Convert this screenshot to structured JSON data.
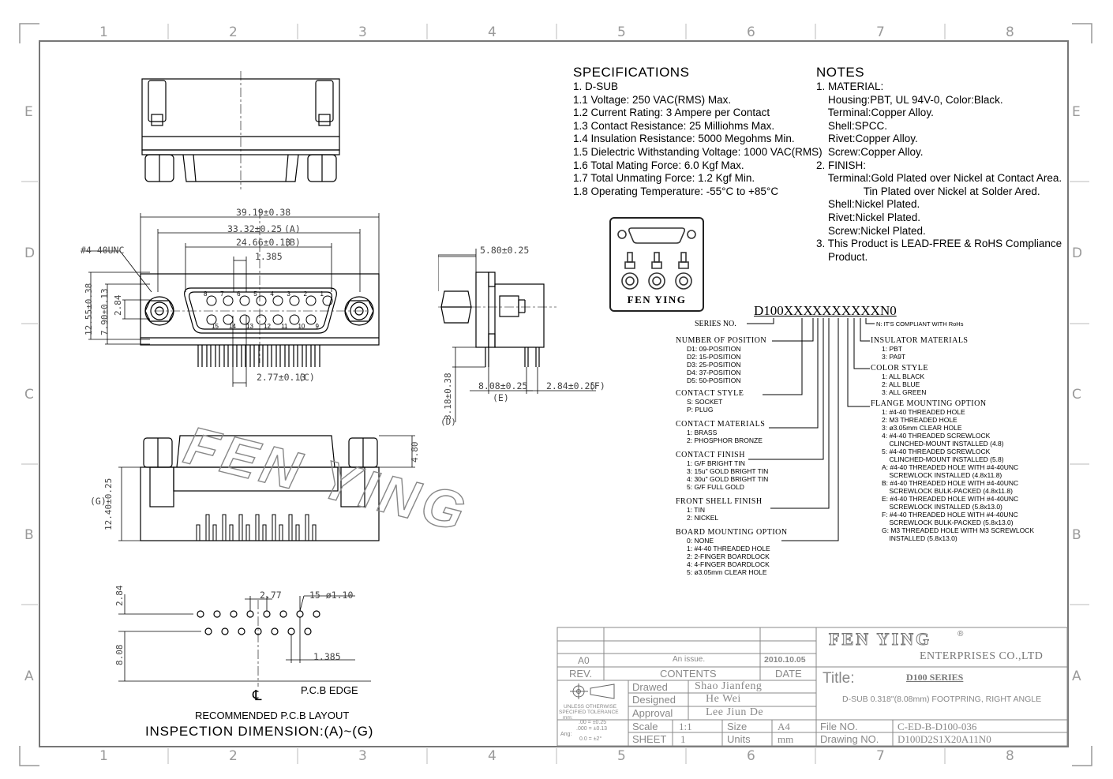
{
  "zones": {
    "columns": [
      "1",
      "2",
      "3",
      "4",
      "5",
      "6",
      "7",
      "8"
    ],
    "rows": [
      "E",
      "D",
      "C",
      "B",
      "A"
    ]
  },
  "dims": {
    "overall": "39.19±0.38",
    "a": "33.32±0.25",
    "a_tag": "(A)",
    "b": "24.66±0.13",
    "b_tag": "(B)",
    "pitch": "1.385",
    "thread": "#4-40UNC",
    "h1": "12.55±0.38",
    "h2": "7.90±0.13",
    "h3": "2.84",
    "c": "2.77±0.13",
    "c_tag": "(C)",
    "side_w": "5.80±0.25",
    "d": "3.18±0.38",
    "d_tag": "(D)",
    "e": "8.08±0.25",
    "e_tag": "(E)",
    "f": "2.84±0.25",
    "f_tag": "(F)",
    "g": "12.40±0.25",
    "g_tag": "(G)",
    "front_h": "4.80",
    "pcb_h1": "2.84",
    "pcb_w": "2.77",
    "pcb_holes": "15-ø1.10",
    "pcb_h2": "8.08",
    "pcb_pitch": "1.385",
    "pcb_edge": "P.C.B EDGE",
    "pcb_title": "RECOMMENDED P.C.B LAYOUT",
    "inspection": "INSPECTION DIMENSION:(A)~(G)",
    "cl": "℄"
  },
  "pins": {
    "top": [
      "8",
      "7",
      "6",
      "5",
      "4",
      "3",
      "2",
      "1"
    ],
    "bottom": [
      "15",
      "14",
      "13",
      "12",
      "11",
      "10",
      "9"
    ]
  },
  "watermark": "FEN YING",
  "specifications": {
    "title": "SPECIFICATIONS",
    "lines": [
      "1. D-SUB",
      "1.1 Voltage: 250 VAC(RMS) Max.",
      "1.2 Current Rating: 3 Ampere per Contact",
      "1.3 Contact Resistance: 25 Milliohms Max.",
      "1.4 Insulation Resistance: 5000 Megohms Min.",
      "1.5 Dielectric Withstanding Voltage: 1000 VAC(RMS)",
      "1.6 Total Mating Force: 6.0 Kgf Max.",
      "1.7 Total Unmating Force: 1.2 Kgf Min.",
      "1.8 Operating Temperature: -55°C to +85°C"
    ]
  },
  "notes": {
    "title": "NOTES",
    "lines": [
      "1. MATERIAL:",
      "    Housing:PBT, UL 94V-0, Color:Black.",
      "    Terminal:Copper Alloy.",
      "    Shell:SPCC.",
      "    Rivet:Copper Alloy.",
      "    Screw:Copper Alloy.",
      "2. FINISH:",
      "    Terminal:Gold Plated over Nickel at Contact Area.",
      "                Tin Plated over Nickel at Solder Ared.",
      "    Shell:Nickel Plated.",
      "    Rivet:Nickel Plated.",
      "    Screw:Nickel Plated.",
      "3. This Product is LEAD-FREE & RoHS Compliance",
      "    Product."
    ]
  },
  "logo": {
    "text": "FEN YING"
  },
  "part_code": {
    "code_a": "D100XXX",
    "code_b": "XXXXXXXN0",
    "series": "SERIES NO.",
    "rohs": "N: IT'S COMPLIANT WITH RoHs",
    "left_groups": [
      {
        "title": "NUMBER OF POSITION",
        "items": [
          "D1: 09-POSITION",
          "D2: 15-POSITION",
          "D3: 25-POSITION",
          "D4: 37-POSITION",
          "D5: 50-POSITION"
        ]
      },
      {
        "title": "CONTACT STYLE",
        "items": [
          "S: SOCKET",
          "P: PLUG"
        ]
      },
      {
        "title": "CONTACT MATERIALS",
        "items": [
          "1: BRASS",
          "2: PHOSPHOR BRONZE"
        ]
      },
      {
        "title": "CONTACT FINISH",
        "items": [
          "1: G/F BRIGHT TIN",
          "3: 15u\" GOLD BRIGHT TIN",
          "4: 30u\" GOLD BRIGHT TIN",
          "5: G/F FULL GOLD"
        ]
      },
      {
        "title": "FRONT SHELL FINISH",
        "items": [
          "1: TIN",
          "2: NICKEL"
        ]
      },
      {
        "title": "BOARD MOUNTING OPTION",
        "items": [
          "0: NONE",
          "1: #4-40 THREADED HOLE",
          "2: 2-FINGER BOARDLOCK",
          "4: 4-FINGER BOARDLOCK",
          "5: ø3.05mm CLEAR HOLE"
        ]
      }
    ],
    "right_groups": [
      {
        "title": "INSULATOR MATERIALS",
        "items": [
          "1: PBT",
          "3: PA9T"
        ]
      },
      {
        "title": "COLOR STYLE",
        "items": [
          "1: ALL BLACK",
          "2: ALL BLUE",
          "3: ALL GREEN"
        ]
      },
      {
        "title": "FLANGE MOUNTING OPTION",
        "items": [
          "1: #4-40 THREADED HOLE",
          "2: M3 THREADED HOLE",
          "3: ø3.05mm CLEAR HOLE",
          "4: #4-40 THREADED SCREWLOCK",
          "    CLINCHED-MOUNT INSTALLED (4.8)",
          "5: #4-40 THREADED SCREWLOCK",
          "    CLINCHED-MOUNT INSTALLED (5.8)",
          "A: #4-40 THREADED HOLE WITH #4-40UNC",
          "    SCREWLOCK INSTALLED (4.8x11.8)",
          "B: #4-40 THREADED HOLE WITH #4-40UNC",
          "    SCREWLOCK BULK-PACKED (4.8x11.8)",
          "E: #4-40 THREADED HOLE WITH #4-40UNC",
          "    SCREWLOCK INSTALLED (5.8x13.0)",
          "F: #4-40 THREADED HOLE WITH #4-40UNC",
          "    SCREWLOCK BULK-PACKED (5.8x13.0)",
          "G: M3 THREADED HOLE WITH M3 SCREWLOCK",
          "    INSTALLED (5.8x13.0)"
        ]
      }
    ]
  },
  "title_block": {
    "rev_code": "A0",
    "rev_contents": "An issue.",
    "rev_date": "2010.10.05",
    "hdr_rev": "REV.",
    "hdr_contents": "CONTENTS",
    "hdr_date": "DATE",
    "drawn_label": "Drawed",
    "drawn": "Shao Jianfeng",
    "designed_label": "Designed",
    "designed": "He Wei",
    "approval_label": "Approval",
    "approval": "Lee Jiun De",
    "scale_label": "Scale",
    "scale": "1:1",
    "size_label": "Size",
    "size": "A4",
    "sheet_label": "SHEET",
    "sheet": "1",
    "units_label": "Units",
    "units": "mm",
    "tol_1": "UNLESS OTHERWISE",
    "tol_2": "SPECIFIED TOLERANCE",
    "tol_3": "mm:",
    "tol_lin1": ".00 = ±0.25",
    "tol_lin2": ".000 = ±0.13",
    "tol_ang_label": "Ang:",
    "tol_ang": "0.0 = ±2°",
    "company": "FEN YING",
    "company_mark": "®",
    "enterprises": "ENTERPRISES CO.,LTD",
    "title_label": "Title:",
    "title": "D100 SERIES",
    "desc": "D-SUB 0.318\"(8.08mm) FOOTPRING, RIGHT ANGLE",
    "file_label": "File NO.",
    "file_no": "C-ED-B-D100-036",
    "drawing_label": "Drawing NO.",
    "drawing_no": "D100D2S1X20A11N0"
  }
}
